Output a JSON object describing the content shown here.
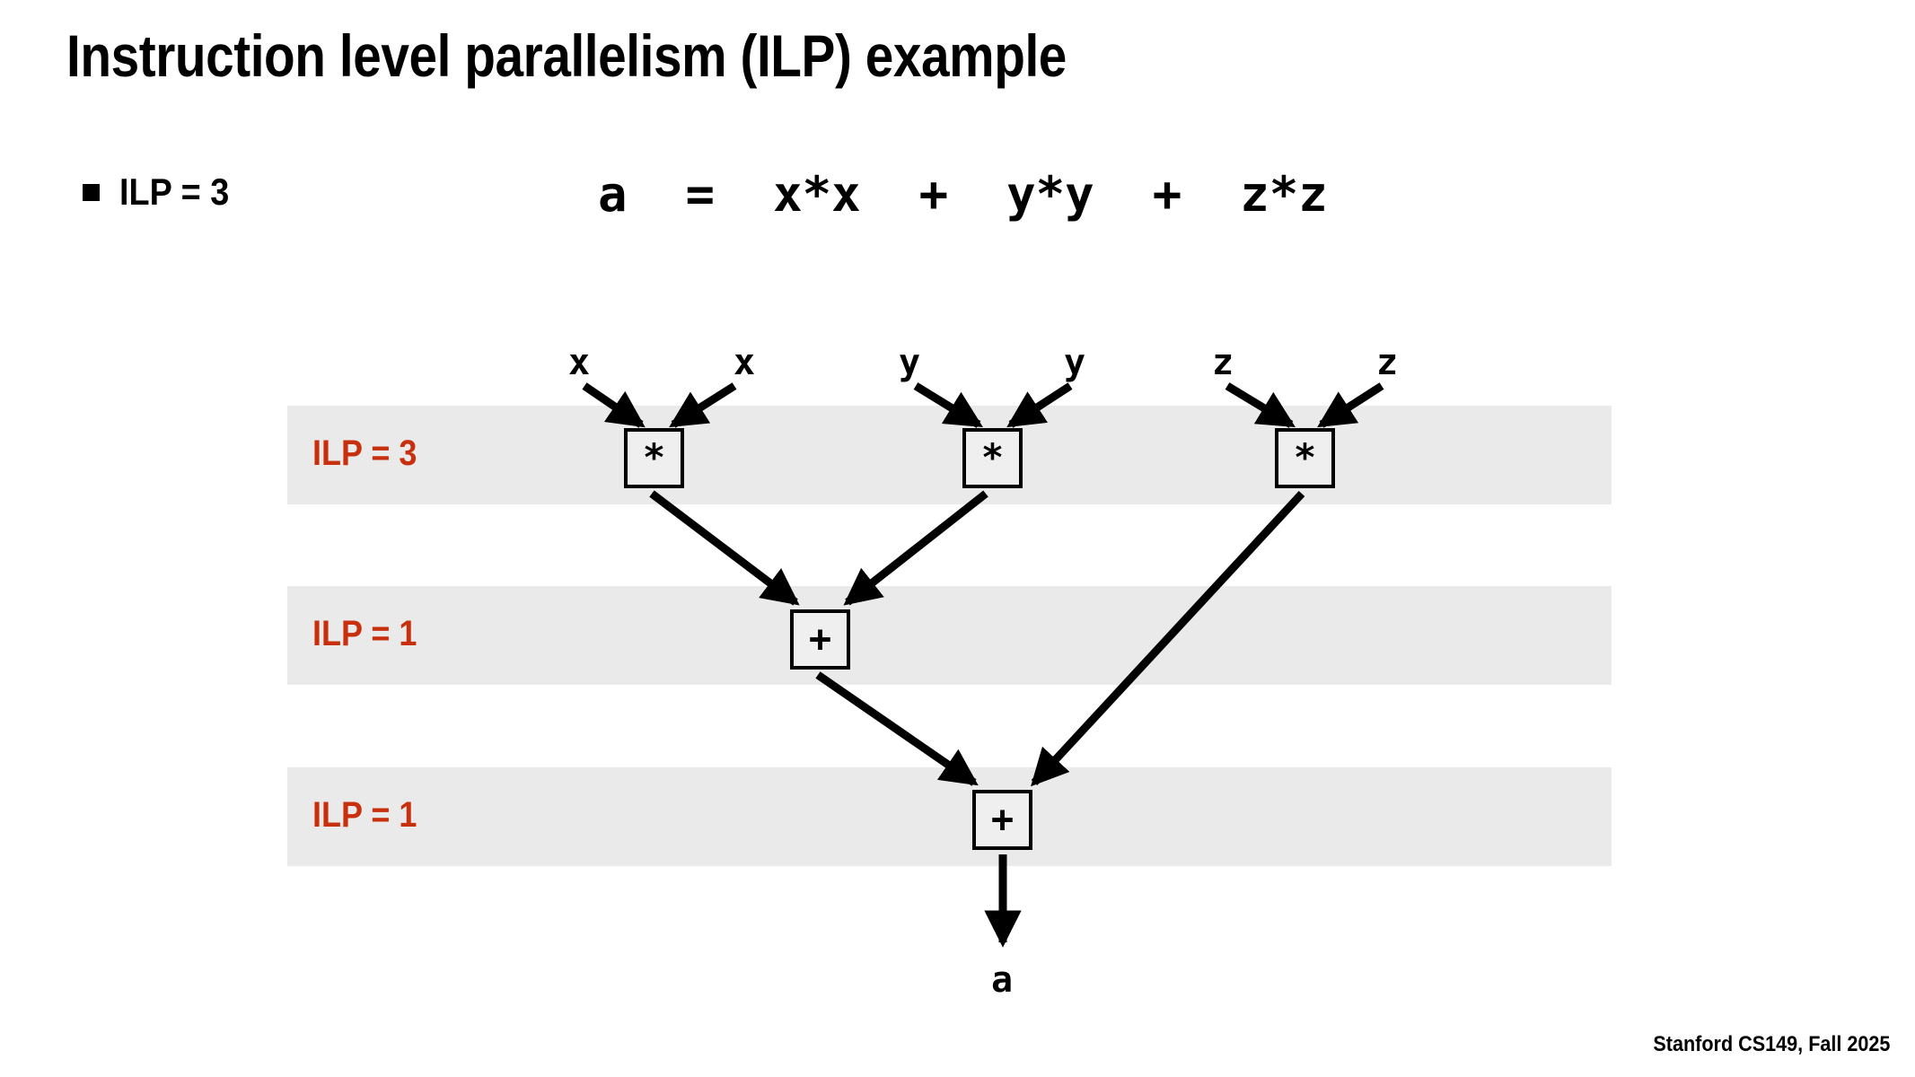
{
  "slide": {
    "title": "Instruction level parallelism (ILP) example",
    "footer": "Stanford CS149, Fall 2025",
    "background_color": "#ffffff"
  },
  "bullets": [
    {
      "marker": "square-bullet",
      "text": "ILP = 3"
    }
  ],
  "code": {
    "expression": "a  =  x*x  +  y*y  +  z*z"
  },
  "diagram": {
    "band_color": "#eaeaea",
    "label_color": "#c8300d",
    "box_border_color": "#000000",
    "box_fill_color": "#efefef",
    "rows": [
      {
        "label": "ILP = 3",
        "ops": [
          "*",
          "*",
          "*"
        ]
      },
      {
        "label": "ILP = 1",
        "ops": [
          "+"
        ]
      },
      {
        "label": "ILP = 1",
        "ops": [
          "+"
        ]
      }
    ],
    "inputs": [
      {
        "name": "x",
        "label": "x"
      },
      {
        "name": "x",
        "label": "x"
      },
      {
        "name": "y",
        "label": "y"
      },
      {
        "name": "y",
        "label": "y"
      },
      {
        "name": "z",
        "label": "z"
      },
      {
        "name": "z",
        "label": "z"
      }
    ],
    "output": {
      "label": "a"
    },
    "ops": {
      "mul_0": "*",
      "mul_1": "*",
      "mul_2": "*",
      "add_0": "+",
      "add_1": "+"
    }
  }
}
